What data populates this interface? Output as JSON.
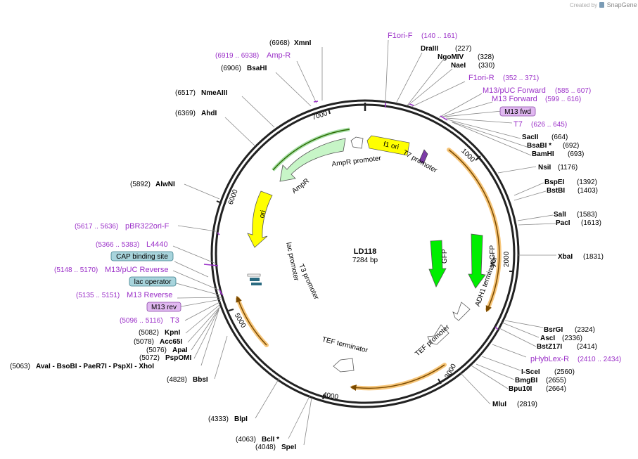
{
  "credit": {
    "prefix": "Created by",
    "brand": "SnapGene"
  },
  "center": {
    "name": "LD118",
    "length": "7284 bp"
  },
  "colors": {
    "primer": "#9b30c8",
    "site": "#000000",
    "feature_label": "#000000"
  },
  "sites": [
    {
      "name": "XmnI",
      "pos": "(6968)"
    },
    {
      "name": "BsaHI",
      "pos": "(6906)"
    },
    {
      "name": "NmeAIII",
      "pos": "(6517)"
    },
    {
      "name": "AhdI",
      "pos": "(6369)"
    },
    {
      "name": "AlwNI",
      "pos": "(5892)"
    },
    {
      "name": "KpnI",
      "pos": "(5082)"
    },
    {
      "name": "Acc65I",
      "pos": "(5078)"
    },
    {
      "name": "ApaI",
      "pos": "(5076)"
    },
    {
      "name": "PspOMI",
      "pos": "(5072)"
    },
    {
      "name": "AvaI - BsoBI - PaeR7I - PspXI - XhoI",
      "pos": "(5063)"
    },
    {
      "name": "BbsI",
      "pos": "(4828)"
    },
    {
      "name": "BlpI",
      "pos": "(4333)"
    },
    {
      "name": "BclI *",
      "pos": "(4063)"
    },
    {
      "name": "SpeI",
      "pos": "(4048)"
    },
    {
      "name": "DraIII",
      "pos": "(227)"
    },
    {
      "name": "NgoMIV",
      "pos": "(328)"
    },
    {
      "name": "NaeI",
      "pos": "(330)"
    },
    {
      "name": "SacII",
      "pos": "(664)"
    },
    {
      "name": "BsaBI *",
      "pos": "(692)"
    },
    {
      "name": "BamHI",
      "pos": "(693)"
    },
    {
      "name": "NsiI",
      "pos": "(1176)"
    },
    {
      "name": "BspEI",
      "pos": "(1392)"
    },
    {
      "name": "BstBI",
      "pos": "(1403)"
    },
    {
      "name": "SalI",
      "pos": "(1583)"
    },
    {
      "name": "PacI",
      "pos": "(1613)"
    },
    {
      "name": "XbaI",
      "pos": "(1831)"
    },
    {
      "name": "BsrGI",
      "pos": "(2324)"
    },
    {
      "name": "AscI",
      "pos": "(2336)"
    },
    {
      "name": "BstZ17I",
      "pos": "(2414)"
    },
    {
      "name": "I-SceI",
      "pos": "(2560)"
    },
    {
      "name": "BmgBI",
      "pos": "(2655)"
    },
    {
      "name": "Bpu10I",
      "pos": "(2664)"
    },
    {
      "name": "MluI",
      "pos": "(2819)"
    }
  ],
  "primers": [
    {
      "name": "F1ori-F",
      "range": "(140 .. 161)"
    },
    {
      "name": "F1ori-R",
      "range": "(352 .. 371)"
    },
    {
      "name": "M13/pUC Forward",
      "range": "(585 .. 607)"
    },
    {
      "name": "M13 Forward",
      "range": "(599 .. 616)"
    },
    {
      "name": "T7",
      "range": "(626 .. 645)"
    },
    {
      "name": "pHybLex-R",
      "range": "(2410 .. 2434)"
    },
    {
      "name": "Amp-R",
      "range": "(6919 .. 6938)"
    },
    {
      "name": "pBR322ori-F",
      "range": "(5617 .. 5636)"
    },
    {
      "name": "L4440",
      "range": "(5366 .. 5383)"
    },
    {
      "name": "M13/pUC Reverse",
      "range": "(5148 .. 5170)"
    },
    {
      "name": "M13 Reverse",
      "range": "(5135 .. 5151)"
    },
    {
      "name": "T3",
      "range": "(5096 .. 5116)"
    }
  ],
  "boxed_labels": [
    {
      "name": "M13 fwd"
    },
    {
      "name": "CAP binding site"
    },
    {
      "name": "lac operator"
    },
    {
      "name": "M13 rev"
    }
  ],
  "ticks": [
    "1000",
    "2000",
    "3000",
    "4000",
    "5000",
    "6000",
    "7000"
  ],
  "features": [
    {
      "name": "f1 ori"
    },
    {
      "name": "T7 promoter"
    },
    {
      "name": "AmpR promoter"
    },
    {
      "name": "AmpR"
    },
    {
      "name": "ori"
    },
    {
      "name": "lac promoter"
    },
    {
      "name": "T3 promoter"
    },
    {
      "name": "GFP"
    },
    {
      "name": "yeGFP"
    },
    {
      "name": "ADH1 terminator"
    },
    {
      "name": "TEF promoter"
    },
    {
      "name": "TEF terminator"
    }
  ]
}
